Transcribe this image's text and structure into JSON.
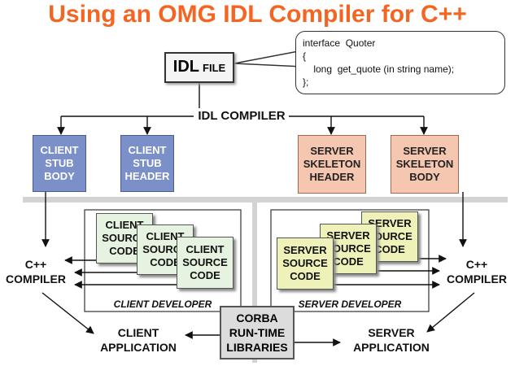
{
  "title": "Using an OMG IDL Compiler for C++",
  "idl_file": {
    "main": "IDL",
    "suffix": "FILE"
  },
  "idl_code": {
    "line1": "interface  Quoter",
    "line2": "{",
    "line3": "    long  get_quote (in string name);",
    "line4": "};"
  },
  "idl_compiler": "IDL COMPILER",
  "client_stub_body": {
    "l1": "CLIENT",
    "l2": "STUB",
    "l3": "BODY"
  },
  "client_stub_header": {
    "l1": "CLIENT",
    "l2": "STUB",
    "l3": "HEADER"
  },
  "server_skeleton_header": {
    "l1": "SERVER",
    "l2": "SKELETON",
    "l3": "HEADER"
  },
  "server_skeleton_body": {
    "l1": "SERVER",
    "l2": "SKELETON",
    "l3": "BODY"
  },
  "client_source": {
    "l1": "CLIENT",
    "l2": "SOURCE",
    "l3": "CODE"
  },
  "server_source": {
    "l1": "SERVER",
    "l2": "SOURCE",
    "l3": "CODE"
  },
  "cpp_compiler": {
    "l1": "C++",
    "l2": "COMPILER"
  },
  "client_developer": "CLIENT DEVELOPER",
  "server_developer": "SERVER DEVELOPER",
  "corba": {
    "l1": "CORBA",
    "l2": "RUN-TIME",
    "l3": "LIBRARIES"
  },
  "client_application": {
    "l1": "CLIENT",
    "l2": "APPLICATION"
  },
  "server_application": {
    "l1": "SERVER",
    "l2": "APPLICATION"
  },
  "colors": {
    "title": "#f26522",
    "client_stub": "#7b8fc8",
    "server_skeleton": "#f5c6b0",
    "client_source": "#e6f3e0",
    "server_source": "#eef2b8"
  }
}
